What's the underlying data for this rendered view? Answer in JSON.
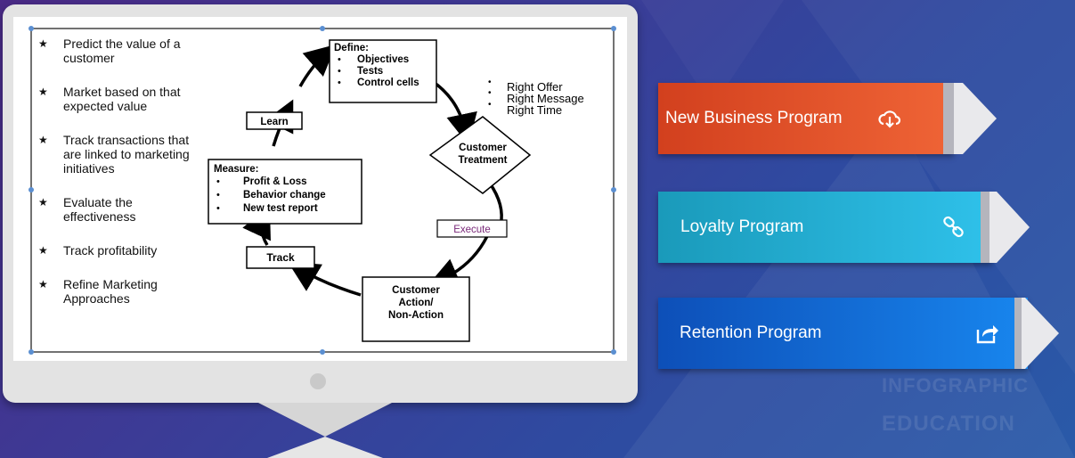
{
  "left_list": [
    "Predict the value of a customer",
    "Market based on that expected value",
    "Track transactions that are linked to marketing initiatives",
    "Evaluate the effectiveness",
    "Track profitability",
    "Refine Marketing Approaches"
  ],
  "diagram": {
    "define_title": "Define:",
    "define_items": [
      "Objectives",
      "Tests",
      "Control cells"
    ],
    "right_items": [
      "Right Offer",
      "Right Message",
      "Right Time"
    ],
    "customer_treatment": [
      "Customer",
      "Treatment"
    ],
    "execute": "Execute",
    "customer_action": [
      "Customer",
      "Action/",
      "Non-Action"
    ],
    "track": "Track",
    "measure_title": "Measure:",
    "measure_items": [
      "Profit & Loss",
      "Behavior change",
      "New test report"
    ],
    "learn": "Learn"
  },
  "programs": [
    {
      "label": "New Business Program",
      "icon": "cloud-download-icon",
      "color": "#e65227"
    },
    {
      "label": "Loyalty Program",
      "icon": "link-icon",
      "color": "#1fb3d9"
    },
    {
      "label": "Retention Program",
      "icon": "share-icon",
      "color": "#1269d3"
    }
  ],
  "watermark": [
    "INFOGRAPHIC",
    "EDUCATION"
  ]
}
